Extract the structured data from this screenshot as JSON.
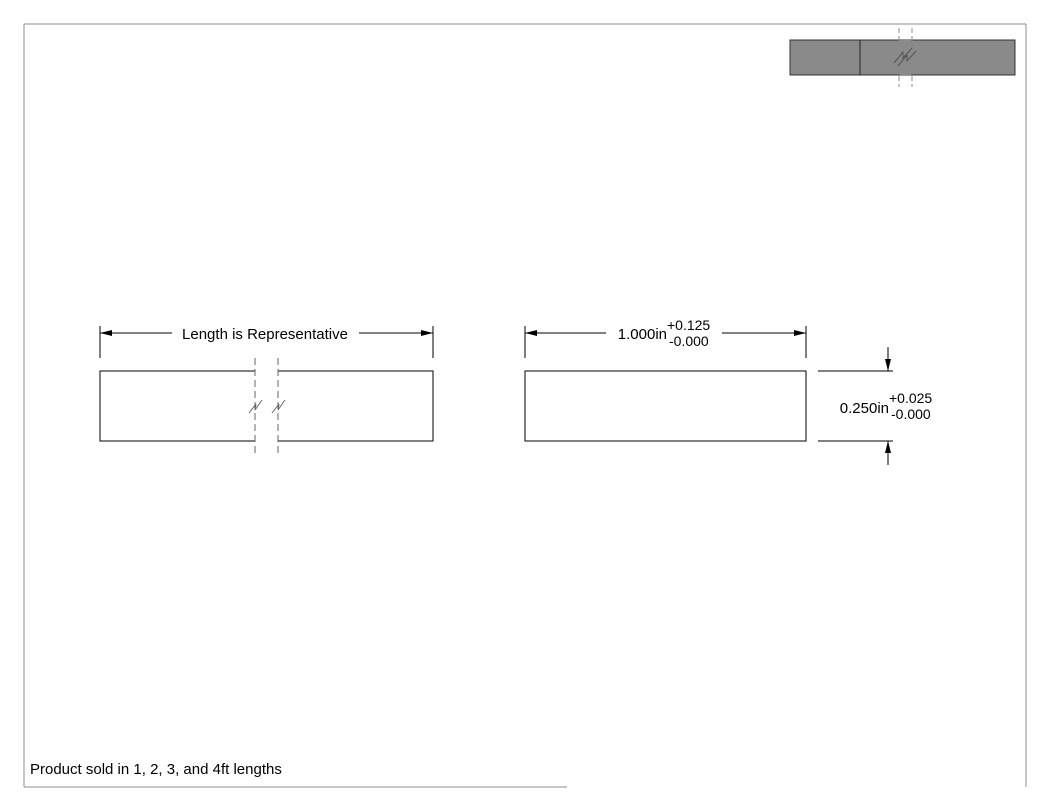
{
  "drawing": {
    "side_view": {
      "length_label": "Length is Representative"
    },
    "end_view": {
      "width": {
        "value": "1.000in",
        "tol_plus": "+0.125",
        "tol_minus": "-0.000"
      },
      "height": {
        "value": "0.250in",
        "tol_plus": "+0.025",
        "tol_minus": "-0.000"
      }
    },
    "thumbnail": {
      "fill_color": "#8a8a8a"
    },
    "note": "Product sold in 1, 2, 3, and 4ft lengths"
  }
}
